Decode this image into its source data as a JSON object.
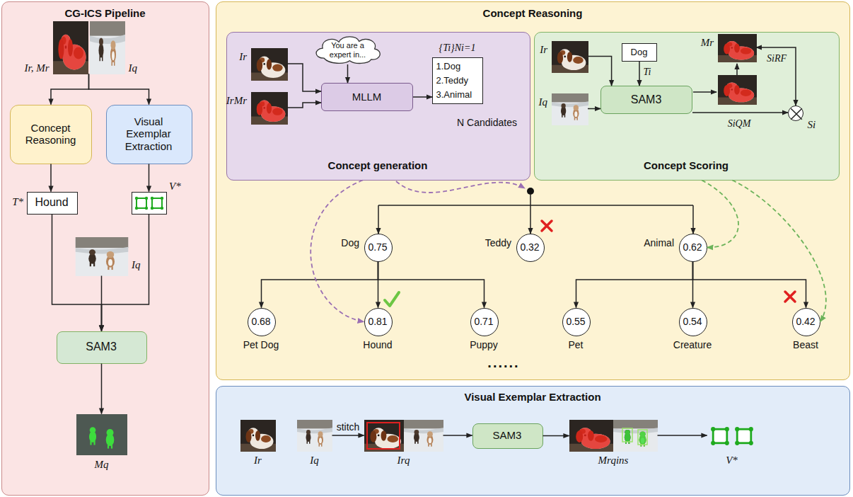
{
  "diagram": {
    "nodes": [
      {
        "text": [
          "CG-ICS Pipeline"
        ]
      },
      {
        "text": [
          "Ir, Mr",
          "Iq"
        ],
        "in": 0
      },
      {
        "text": [
          "Concept Reasoning"
        ],
        "in": 0
      },
      {
        "text": [
          "Visual Exemplar Extraction"
        ],
        "in": 0
      },
      {
        "text": [
          "T*",
          "Hound"
        ],
        "in": 0
      },
      {
        "text": [
          "V*"
        ],
        "in": 0
      },
      {
        "text": [
          "Iq"
        ],
        "in": 0
      },
      {
        "text": [
          "SAM3"
        ],
        "in": 0
      },
      {
        "text": [
          "Mq"
        ],
        "in": 0
      },
      {
        "text": [
          "Concept Reasoning"
        ]
      },
      {
        "text": [
          "Concept generation"
        ],
        "in": 9
      },
      {
        "text": [
          "Ir"
        ],
        "in": 10
      },
      {
        "text": [
          "IrMr"
        ],
        "in": 10
      },
      {
        "text": [
          "You are a expert in..."
        ],
        "in": 10
      },
      {
        "text": [
          "MLLM"
        ],
        "in": 10
      },
      {
        "text": [
          "{Ti}Ni=1",
          "1.Dog",
          "2.Teddy",
          "3.Animal",
          "N Candidates"
        ],
        "in": 10
      },
      {
        "text": [
          "Concept Scoring"
        ],
        "in": 9
      },
      {
        "text": [
          "Ir"
        ],
        "in": 16
      },
      {
        "text": [
          "Iq"
        ],
        "in": 16
      },
      {
        "text": [
          "Dog",
          "Ti"
        ],
        "in": 16
      },
      {
        "text": [
          "SAM3"
        ],
        "in": 16
      },
      {
        "text": [
          "Mr"
        ],
        "in": 16
      },
      {
        "text": [
          "Si"
        ],
        "in": 16
      },
      {
        "text": [
          "Dog",
          "0.75"
        ],
        "in": 9
      },
      {
        "text": [
          "Teddy",
          "0.32"
        ],
        "in": 9
      },
      {
        "text": [
          "Animal",
          "0.62"
        ],
        "in": 9
      },
      {
        "text": [
          "0.68",
          "Pet Dog"
        ],
        "in": 9
      },
      {
        "text": [
          "0.81",
          "Hound"
        ],
        "in": 9
      },
      {
        "text": [
          "0.71",
          "Puppy"
        ],
        "in": 9
      },
      {
        "text": [
          "0.55",
          "Pet"
        ],
        "in": 9
      },
      {
        "text": [
          "0.54",
          "Creature"
        ],
        "in": 9
      },
      {
        "text": [
          "0.42",
          "Beast"
        ],
        "in": 9
      },
      {
        "text": [
          "Visual Exemplar Extraction"
        ]
      },
      {
        "text": [
          "Ir"
        ],
        "in": 32
      },
      {
        "text": [
          "Iq"
        ],
        "in": 32
      },
      {
        "text": [
          "Irq"
        ],
        "in": 32
      },
      {
        "text": [
          "SAM3"
        ],
        "in": 32
      },
      {
        "text": [
          "Mrqins"
        ],
        "in": 32
      },
      {
        "text": [
          "V*"
        ],
        "in": 32
      }
    ],
    "edges": [
      {
        "from": 1,
        "to": 2,
        "arrow": "to"
      },
      {
        "from": 1,
        "to": 3,
        "arrow": "to"
      },
      {
        "from": 2,
        "to": 4,
        "arrow": "to"
      },
      {
        "from": 3,
        "to": 5,
        "arrow": "to"
      },
      {
        "from": 4,
        "to": 7,
        "arrow": "to"
      },
      {
        "from": 5,
        "to": 7,
        "arrow": "to"
      },
      {
        "from": 6,
        "to": 7,
        "arrow": "to"
      },
      {
        "from": 7,
        "to": 8,
        "arrow": "to"
      },
      {
        "from": 11,
        "to": 14,
        "arrow": "to"
      },
      {
        "from": 12,
        "to": 14,
        "arrow": "to"
      },
      {
        "from": 13,
        "to": 14,
        "arrow": "to"
      },
      {
        "from": 14,
        "to": 15,
        "arrow": "to"
      },
      {
        "from": 17,
        "to": 20,
        "arrow": "to"
      },
      {
        "from": 18,
        "to": 20,
        "arrow": "to"
      },
      {
        "from": 19,
        "to": 20,
        "arrow": "to"
      },
      {
        "from": 20,
        "to": 22,
        "arrow": "to",
        "label": "SiQM"
      },
      {
        "from": 21,
        "to": 22,
        "arrow": "both",
        "label": "SiRF"
      },
      {
        "from": 23,
        "to": 26,
        "arrow": "to"
      },
      {
        "from": 23,
        "to": 27,
        "arrow": "to"
      },
      {
        "from": 23,
        "to": 28,
        "arrow": "to"
      },
      {
        "from": 25,
        "to": 29,
        "arrow": "to"
      },
      {
        "from": 25,
        "to": 30,
        "arrow": "to"
      },
      {
        "from": 25,
        "to": 31,
        "arrow": "to"
      },
      {
        "from": 10,
        "to": 27,
        "arrow": "to"
      },
      {
        "from": 16,
        "to": 25,
        "arrow": "to"
      },
      {
        "from": 16,
        "to": 31,
        "arrow": "to"
      },
      {
        "from": 34,
        "to": 35,
        "arrow": "to",
        "label": "stitch"
      },
      {
        "from": 35,
        "to": 36,
        "arrow": "to"
      },
      {
        "from": 36,
        "to": 37,
        "arrow": "to"
      },
      {
        "from": 37,
        "to": 38,
        "arrow": "to"
      }
    ],
    "labels": [
      "......"
    ]
  }
}
